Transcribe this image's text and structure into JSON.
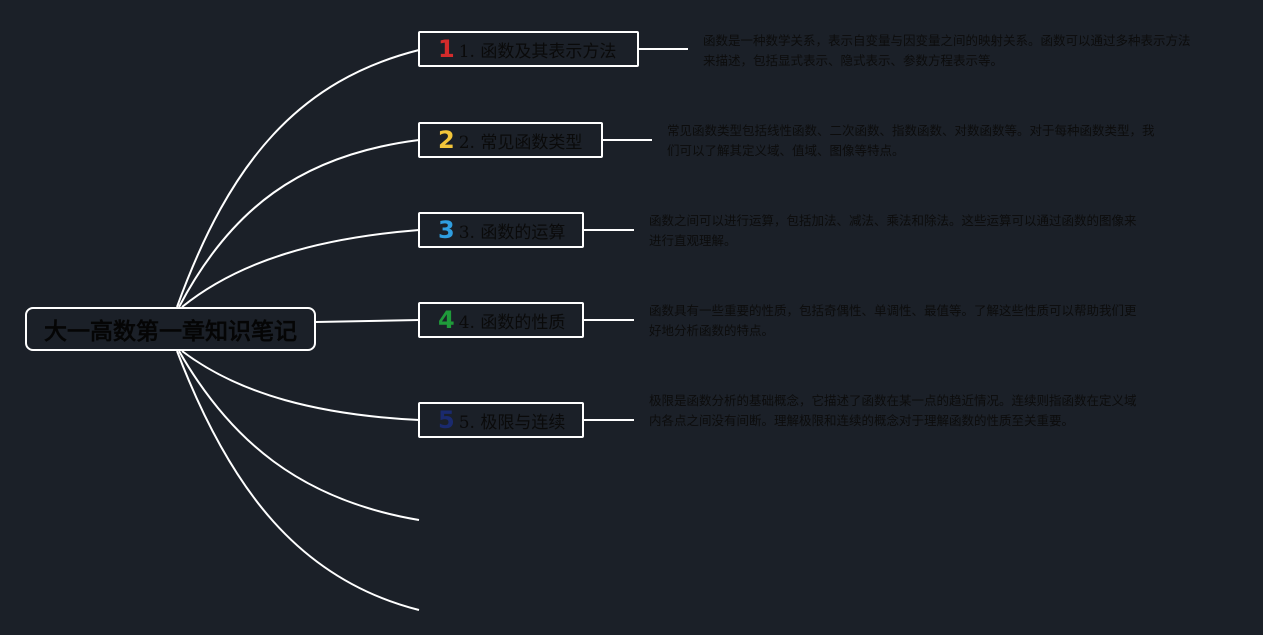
{
  "root": {
    "title": "大一高数第一章知识笔记"
  },
  "topics": [
    {
      "number": "1",
      "number_color": "#d42b2b",
      "label": "1. 函数及其表示方法",
      "note": "函数是一种数学关系，表示自变量与因变量之间的映射关系。函数可以通过多种表示方法来描述，包括显式表示、隐式表示、参数方程表示等。"
    },
    {
      "number": "2",
      "number_color": "#f2c53a",
      "label": "2. 常见函数类型",
      "note": "常见函数类型包括线性函数、二次函数、指数函数、对数函数等。对于每种函数类型，我们可以了解其定义域、值域、图像等特点。"
    },
    {
      "number": "3",
      "number_color": "#2f9ee0",
      "label": "3. 函数的运算",
      "note": "函数之间可以进行运算，包括加法、减法、乘法和除法。这些运算可以通过函数的图像来进行直观理解。"
    },
    {
      "number": "4",
      "number_color": "#1f9a3a",
      "label": "4. 函数的性质",
      "note": "函数具有一些重要的性质，包括奇偶性、单调性、最值等。了解这些性质可以帮助我们更好地分析函数的特点。"
    },
    {
      "number": "5",
      "number_color": "#1a2a6e",
      "label": "5. 极限与连续",
      "note": "极限是函数分析的基础概念，它描述了函数在某一点的趋近情况。连续则指函数在定义域内各点之间没有间断。理解极限和连续的概念对于理解函数的性质至关重要。"
    }
  ],
  "colors": {
    "background": "#1b2028",
    "line": "#ffffff"
  }
}
